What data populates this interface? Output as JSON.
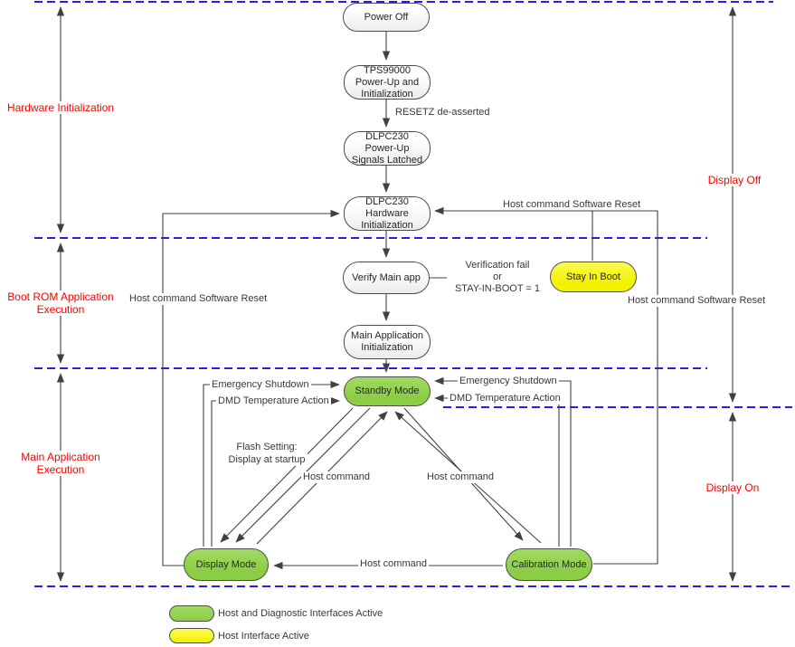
{
  "colors": {
    "active_green": "#92D050",
    "active_yellow": "#F5F500",
    "section_label_red": "#FF0000",
    "divider_blue": "#2121E8",
    "wire_gray": "#404040"
  },
  "nodes": {
    "power_off": "Power Off",
    "tps_powerup": "TPS99000 Power-Up and Initialization",
    "dlpc_powerup": "DLPC230 Power-Up Signals Latched",
    "dlpc_hw_init": "DLPC230 Hardware Initialization",
    "verify_main_app": "Verify Main app",
    "stay_in_boot": "Stay In Boot",
    "main_app_init": "Main Application Initialization",
    "standby_mode": "Standby Mode",
    "display_mode": "Display Mode",
    "calibration_mode": "Calibration Mode"
  },
  "edge_labels": {
    "resetz": "RESETZ de-asserted",
    "host_reset_top": "Host command\nSoftware Reset",
    "host_reset_left": "Host command\nSoftware Reset",
    "host_reset_right": "Host command\nSoftware Reset",
    "verification_fail": "Verification fail\nor\nSTAY-IN-BOOT = 1",
    "emergency_left": "Emergency Shutdown",
    "emergency_right": "Emergency Shutdown",
    "dmd_left": "DMD Temperature Action",
    "dmd_right": "DMD Temperature Action",
    "flash_setting": "Flash Setting:\nDisplay at startup",
    "host_cmd_standby_display": "Host command",
    "host_cmd_standby_calibration": "Host command",
    "host_cmd_calibration_display": "Host command"
  },
  "sections": {
    "hardware_init": "Hardware Initialization",
    "boot_rom": "Boot ROM Application\nExecution",
    "main_app": "Main Application\nExecution",
    "display_off": "Display Off",
    "display_on": "Display On"
  },
  "legend": [
    {
      "color": "#92D050",
      "label": "Host and Diagnostic Interfaces Active"
    },
    {
      "color": "#F5F500",
      "label": "Host Interface Active"
    }
  ]
}
